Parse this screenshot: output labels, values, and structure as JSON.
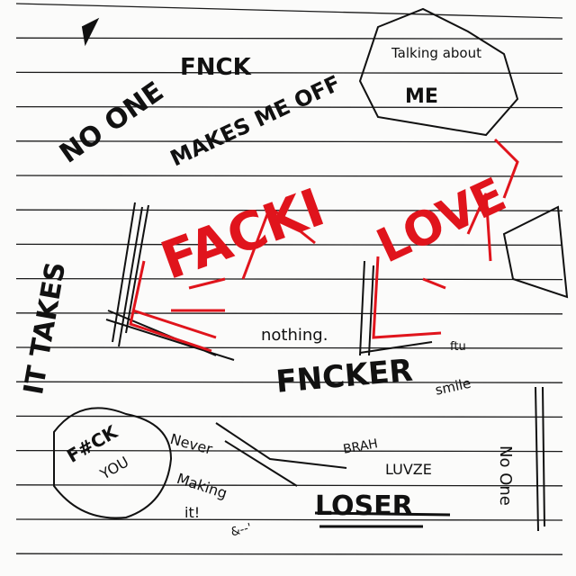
{
  "colors": {
    "paper": "#fbfbfa",
    "ink": "#111111",
    "red_ink": "#e0141c",
    "rule": "#1a1a1a"
  },
  "texts": {
    "no_one": "NO ONE",
    "fnck": "FNCK",
    "makes_me_off": "MAKES ME OFF",
    "it_takes": "IT TAKES",
    "talking_about": "Talking about",
    "me": "ME",
    "big_red_1": "FACKI",
    "big_red_2": "LOVE",
    "nothing": "nothing.",
    "fucker": "FNCKER",
    "ftu": "ftu",
    "smile": "smile",
    "fuck_you_1": "F#CK",
    "fuck_you_2": "YOU",
    "never": "Never",
    "making": "Making",
    "it": "it!",
    "brah": "BRAH",
    "luvze": "LUVZE",
    "loser": "LOSER",
    "no_one_vertical": "No One",
    "small_mark": "&--'"
  }
}
